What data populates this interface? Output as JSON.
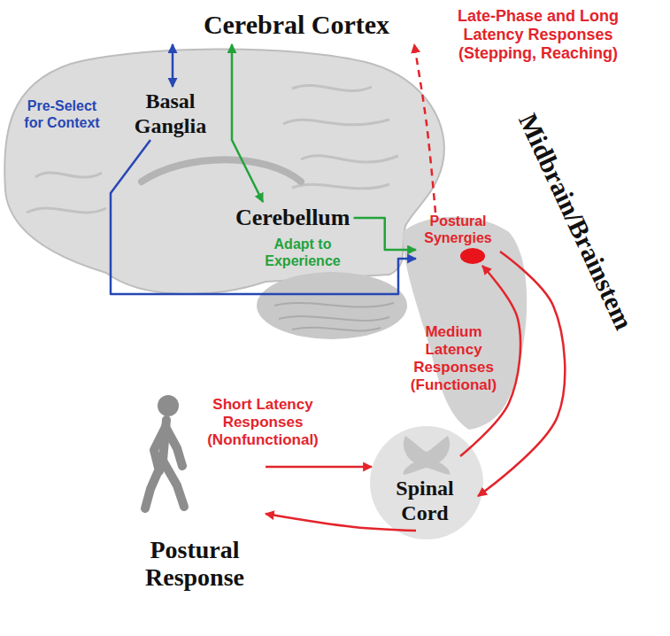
{
  "diagram": {
    "nodes": [
      {
        "text": [
          "Cerebral Cortex"
        ]
      },
      {
        "text": [
          "Basal Ganglia"
        ]
      },
      {
        "text": [
          "Cerebellum"
        ]
      },
      {
        "text": [
          "Postural Synergies"
        ]
      },
      {
        "text": [
          "Spinal Cord"
        ]
      },
      {
        "text": [
          "Postural Response"
        ]
      }
    ],
    "edges": [
      {
        "from": 1,
        "to": 0,
        "arrow": "both"
      },
      {
        "from": 1,
        "to": 3,
        "arrow": "to"
      },
      {
        "from": 2,
        "to": 0,
        "arrow": "both"
      },
      {
        "from": 2,
        "to": 3,
        "arrow": "to"
      },
      {
        "from": 3,
        "to": 0,
        "arrow": "to"
      },
      {
        "from": 5,
        "to": 4,
        "arrow": "to"
      },
      {
        "from": 4,
        "to": 3,
        "arrow": "to"
      },
      {
        "from": 3,
        "to": 4,
        "arrow": "to"
      },
      {
        "from": 4,
        "to": 5,
        "arrow": "to"
      }
    ],
    "labels": [
      "Pre-Select for Context",
      "Adapt to Experience",
      "Late-Phase and Long Latency Responses (Stepping, Reaching)",
      "Midbrain/Brainstem",
      "Medium Latency Responses (Functional)",
      "Short Latency Responses (Nonfunctional)"
    ]
  }
}
